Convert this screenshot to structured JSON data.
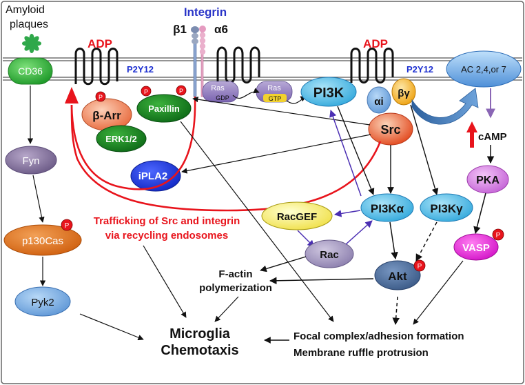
{
  "labels": {
    "amyloid_line1": "Amyloid",
    "amyloid_line2": "plaques",
    "integrin": "Integrin",
    "beta1": "β1",
    "alpha6": "α6",
    "adp_left": "ADP",
    "adp_right": "ADP",
    "p2y12_left": "P2Y12",
    "p2y12_right": "P2Y12",
    "ac": "AC 2,4,or 7",
    "cd36": "CD36",
    "fyn": "Fyn",
    "p130cas": "p130Cas",
    "pyk2": "Pyk2",
    "beta_arr": "β-Arr",
    "erk": "ERK1/2",
    "paxillin": "Paxillin",
    "ras": "Ras",
    "gdp": "GDP",
    "gtp": "GTP",
    "pi3k": "PI3K",
    "alpha_i": "αi",
    "beta_gamma": "βγ",
    "src": "Src",
    "camp": "cAMP",
    "pka": "PKA",
    "vasp": "VASP",
    "ipla2": "iPLA2",
    "racgef": "RacGEF",
    "rac": "Rac",
    "pi3k_alpha": "PI3Kα",
    "pi3k_gamma": "PI3Kγ",
    "akt": "Akt",
    "trafficking_line1": "Trafficking of Src and integrin",
    "trafficking_line2": "via recycling endosomes",
    "factin_line1": "F-actin",
    "factin_line2": "polymerization",
    "chemotaxis_line1": "Microglia",
    "chemotaxis_line2": "Chemotaxis",
    "focal_line1": "Focal complex/adhesion  formation",
    "focal_line2": "Membrane ruffle protrusion",
    "phospho": "P"
  },
  "colors": {
    "red_arrow": "#e8141c",
    "blue_arrow": "#4b2fb3",
    "membrane": "#555555",
    "integrin_text": "#2a35c8",
    "p2y12_text": "#1c2fd0"
  }
}
